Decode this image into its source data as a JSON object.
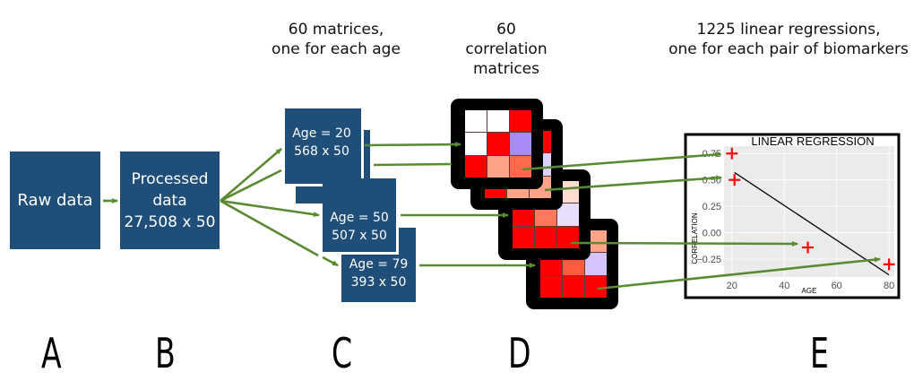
{
  "captions": {
    "c_line1": "60 matrices,",
    "c_line2": "one for each age",
    "d_line1": "60",
    "d_line2": "correlation",
    "d_line3": "matrices",
    "e_line1": "1225 linear regressions,",
    "e_line2": "one for each pair of biomarkers"
  },
  "boxes": {
    "raw": "Raw data",
    "processed_line1": "Processed",
    "processed_line2": "data",
    "processed_line3": "27,508 x 50",
    "age_matrices": [
      {
        "age": "Age = 20",
        "size": "568 x 50"
      },
      {
        "age": "Age = 50",
        "size": "507 x 50"
      },
      {
        "age": "Age = 79",
        "size": "393 x 50"
      }
    ]
  },
  "correlation_matrices": [
    {
      "cells": [
        "#ffffff",
        "#ffffff",
        "#ff0000",
        "#ffffff",
        "#ff0000",
        "#a98bf5",
        "#ff0000",
        "#ffa389",
        "#ff6a4d"
      ]
    },
    {
      "cells": [
        "#ff0000",
        "#ff0000",
        "#ff0000",
        "#ff0000",
        "#ff0000",
        "#ddd0fa",
        "#ff0000",
        "#ffa389",
        "#ffa389"
      ]
    },
    {
      "cells": [
        "#ffffff",
        "#ff0000",
        "#ffdcd0",
        "#ff0000",
        "#ff7a5c",
        "#e8defc",
        "#ff0000",
        "#ff0000",
        "#ff0000"
      ]
    },
    {
      "cells": [
        "#ffffff",
        "#ff0000",
        "#ffa389",
        "#ff0000",
        "#ff5b3d",
        "#d5c3fb",
        "#ff0000",
        "#ff0000",
        "#ff0000"
      ]
    }
  ],
  "letters": [
    "A",
    "B",
    "C",
    "D",
    "E"
  ],
  "colors": {
    "box_blue": "#1f4e79",
    "arrow_green": "#5a8a32",
    "point_red": "#ff0000",
    "panel_gray": "#ebebeb"
  },
  "chart_data": {
    "type": "scatter",
    "title": "LINEAR REGRESSION",
    "xlabel": "AGE",
    "ylabel": "CORRELATION",
    "xlim": [
      17,
      82
    ],
    "ylim": [
      -0.42,
      0.82
    ],
    "xticks": [
      20,
      40,
      60,
      80
    ],
    "yticks": [
      0.75,
      0.5,
      0.25,
      0.0,
      -0.25
    ],
    "ytick_labels": [
      "0.75",
      "0.50",
      "0.25",
      "0.00",
      "−0.25"
    ],
    "grid": true,
    "points": [
      {
        "x": 20,
        "y": 0.75
      },
      {
        "x": 21,
        "y": 0.5
      },
      {
        "x": 49,
        "y": -0.14
      },
      {
        "x": 80,
        "y": -0.3
      }
    ],
    "fit_line": {
      "x": [
        21,
        80
      ],
      "y": [
        0.57,
        -0.4
      ]
    }
  }
}
